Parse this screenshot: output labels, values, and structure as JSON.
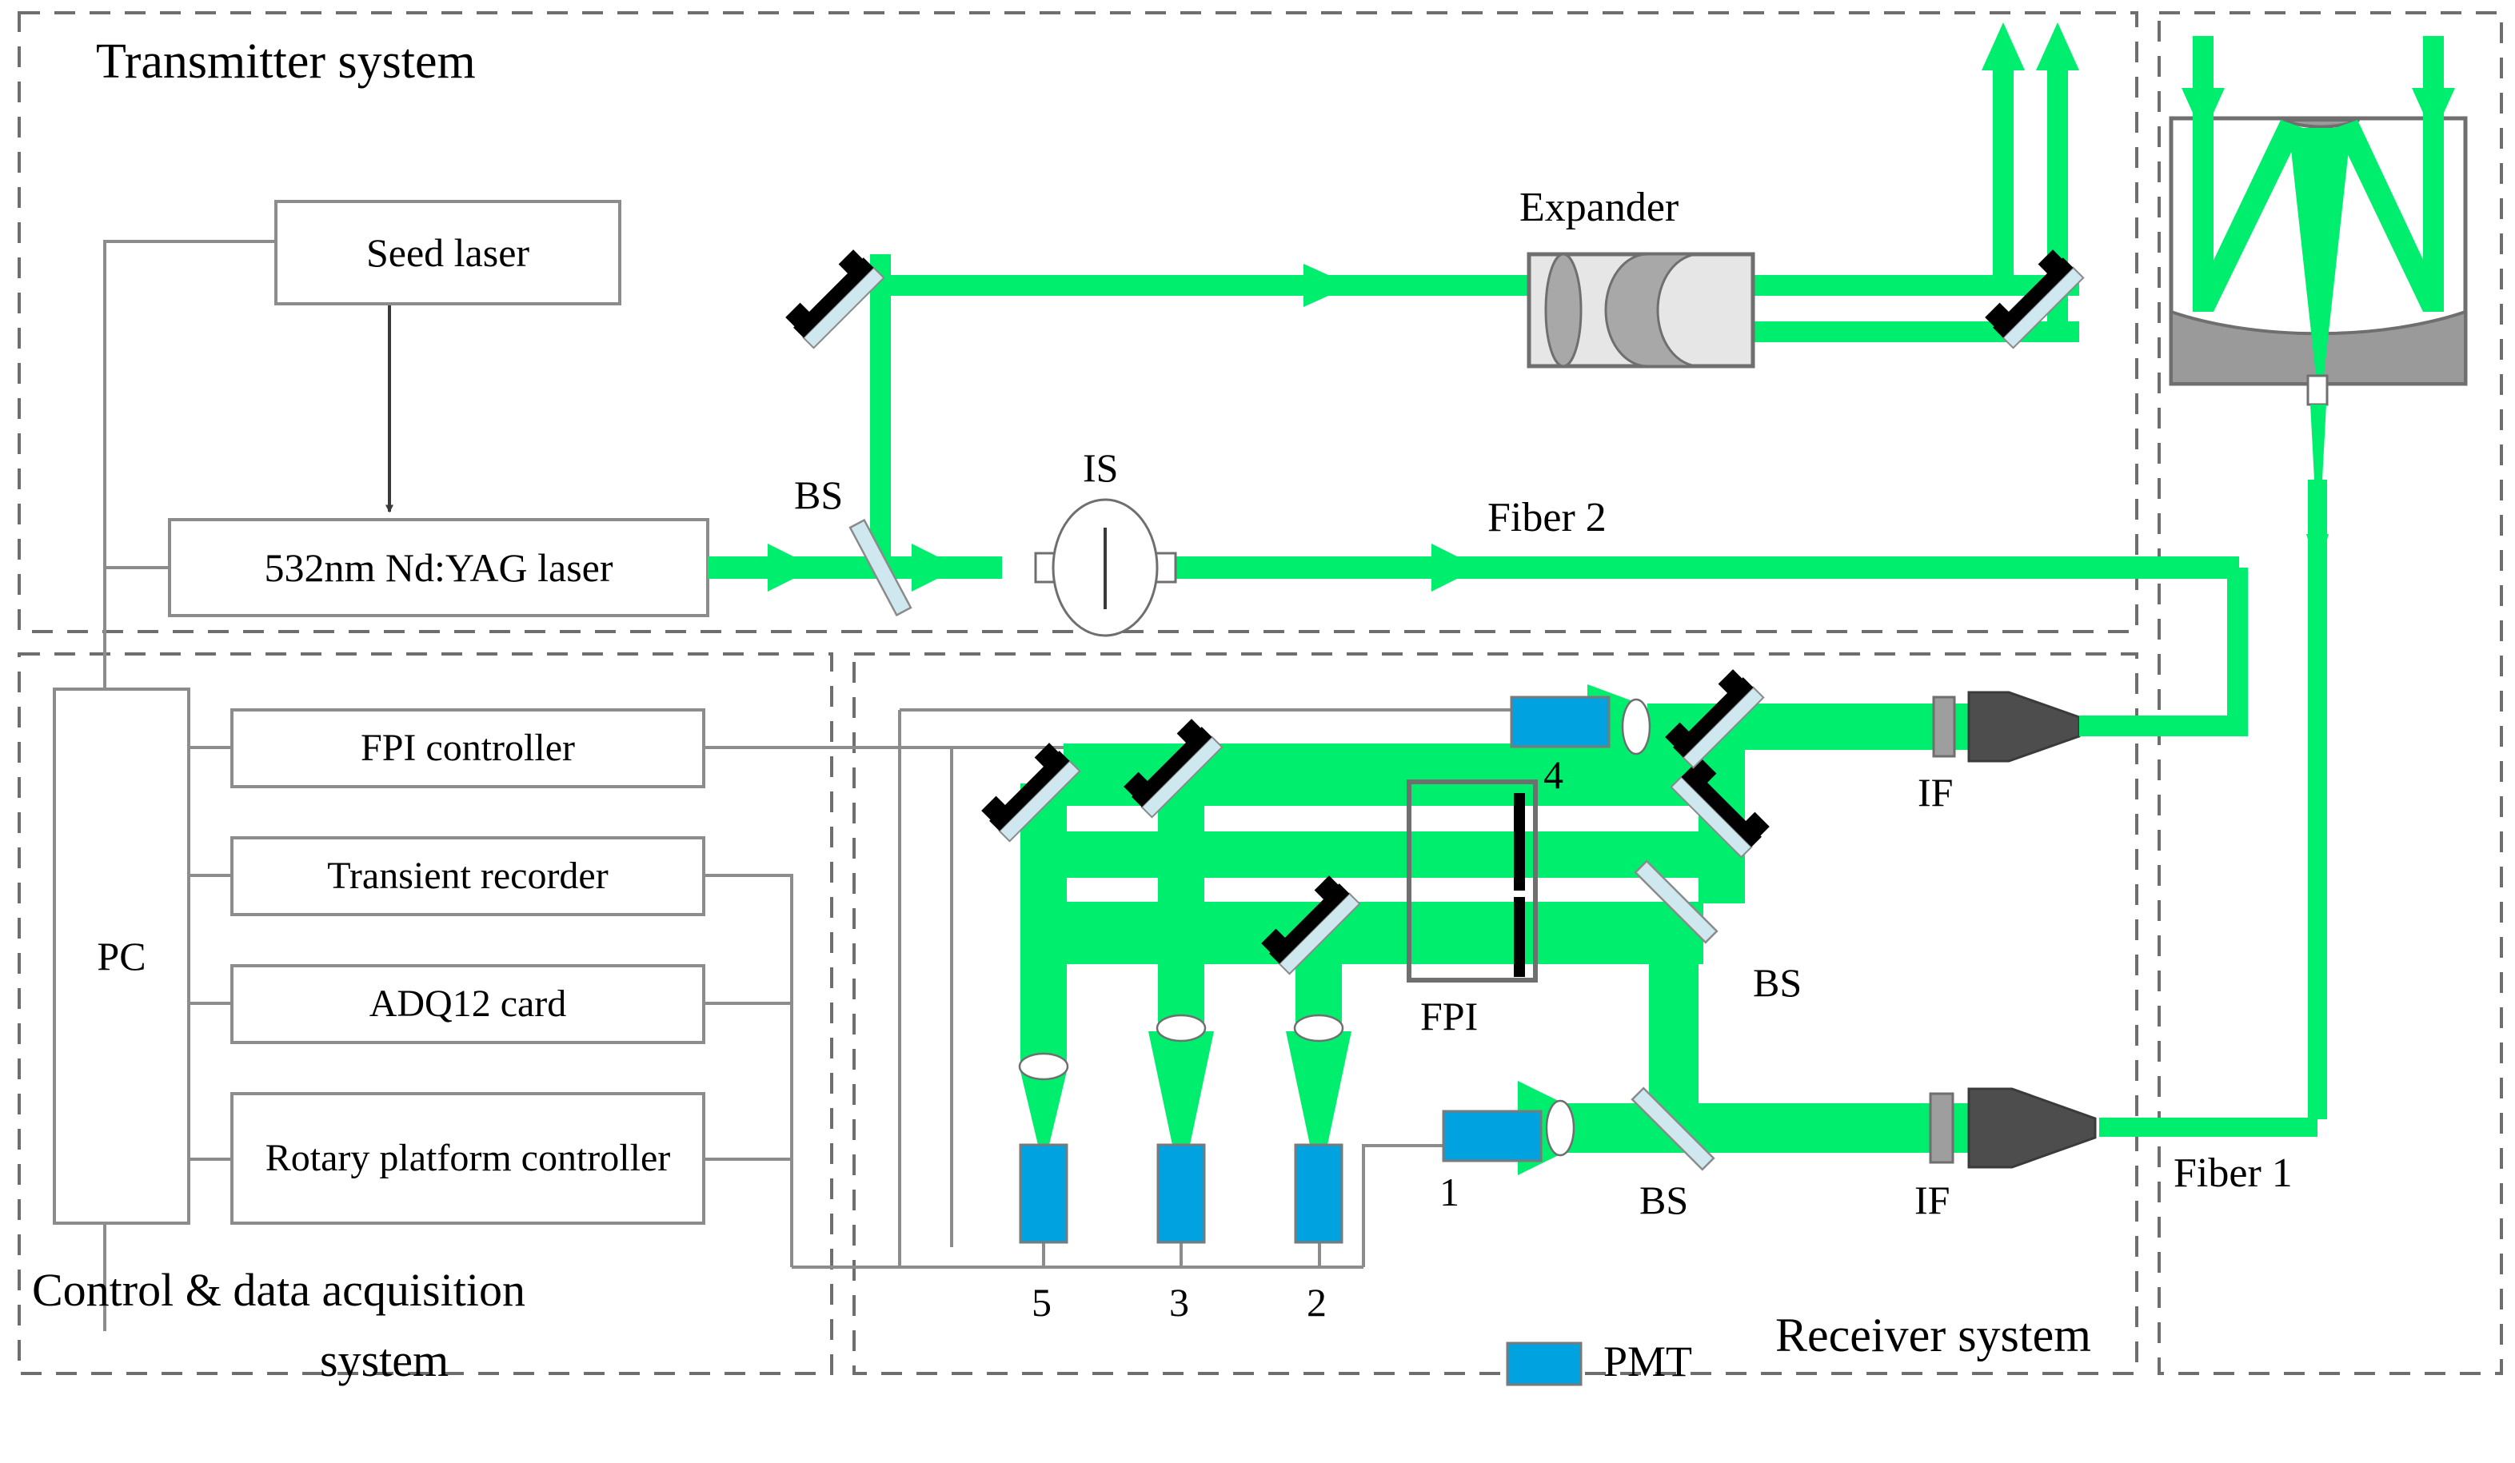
{
  "figure": {
    "kind": "optical-system-block-diagram",
    "background": "#ffffff"
  },
  "colors": {
    "beam_green": "#00EE6E",
    "pmt_blue": "#00A3E0",
    "optic_glass": "#CFE8F0",
    "mirror_back": "#000000",
    "frame_gray": "#808080",
    "line_gray": "#8C8C8C",
    "mirror_body": "#9A9A9A",
    "fiber_tip": "#4D4D4D",
    "if_filter": "#9E9E9E"
  },
  "sections": {
    "transmitter": {
      "title": "Transmitter system"
    },
    "control": {
      "title_line1": "Control & data acquisition",
      "title_line2": "system"
    },
    "receiver": {
      "title": "Receiver system"
    },
    "telescope": {
      "title": ""
    }
  },
  "transmitter": {
    "boxes": [
      {
        "id": "seed-laser",
        "label": "Seed laser"
      },
      {
        "id": "main-laser",
        "label": "532nm Nd:YAG laser"
      }
    ],
    "labels": [
      {
        "id": "bs-tx",
        "text": "BS"
      },
      {
        "id": "is",
        "text": "IS"
      },
      {
        "id": "expander",
        "text": "Expander"
      },
      {
        "id": "fiber2",
        "text": "Fiber 2"
      }
    ]
  },
  "control": {
    "pc_label": "PC",
    "modules": [
      {
        "id": "fpi-controller",
        "label": "FPI controller"
      },
      {
        "id": "transient-recorder",
        "label": "Transient recorder"
      },
      {
        "id": "adq12-card",
        "label": "ADQ12 card"
      },
      {
        "id": "rotary-platform-controller",
        "label": "Rotary platform controller"
      }
    ]
  },
  "receiver": {
    "labels": [
      {
        "id": "if-top",
        "text": "IF"
      },
      {
        "id": "if-bottom",
        "text": "IF"
      },
      {
        "id": "bs-mid",
        "text": "BS"
      },
      {
        "id": "bs-bottom",
        "text": "BS"
      },
      {
        "id": "fpi",
        "text": "FPI"
      },
      {
        "id": "fiber1",
        "text": "Fiber 1"
      }
    ],
    "channels": [
      {
        "id": "pmt-1",
        "number": "1"
      },
      {
        "id": "pmt-2",
        "number": "2"
      },
      {
        "id": "pmt-3",
        "number": "3"
      },
      {
        "id": "pmt-4",
        "number": "4"
      },
      {
        "id": "pmt-5",
        "number": "5"
      }
    ],
    "legend": {
      "swatch_color": "#00A3E0",
      "label": "PMT"
    }
  }
}
